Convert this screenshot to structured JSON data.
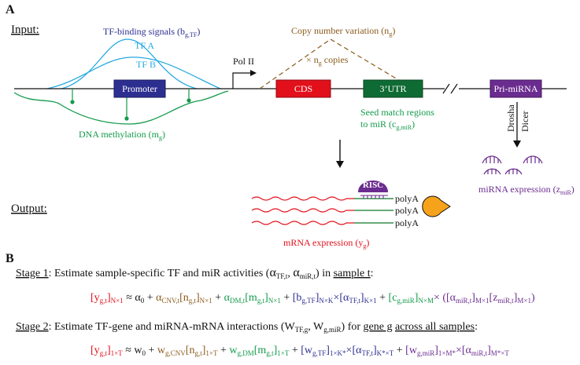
{
  "panel_a": {
    "label": "A",
    "input_label": "Input:",
    "output_label": "Output:",
    "tf_signals": {
      "text": "TF-binding signals (b",
      "sub": "g,TF",
      "close": ")"
    },
    "tf_a": "TF A",
    "tf_b": "TF B",
    "promoter": "Promoter",
    "pol2": "Pol II",
    "dna_methylation": {
      "text": "DNA methylation (m",
      "sub": "g",
      "close": ")"
    },
    "cnv_title": {
      "text": "Copy number variation (n",
      "sub": "g",
      "close": ")"
    },
    "cnv_copies": {
      "pre": "× n",
      "sub": "g",
      "post": " copies"
    },
    "cds": "CDS",
    "utr": "3’UTR",
    "seed_line1": "Seed match regions",
    "seed_line2": {
      "text": "to miR (c",
      "sub": "g,miR",
      "close": ")"
    },
    "pri_mirna": "Pri-miRNA",
    "drosha": "Drosha",
    "dicer": "Dicer",
    "mirna_expr": {
      "text": "miRNA expression (z",
      "sub": "miR",
      "close": ")"
    },
    "risc": "RISC",
    "polya": [
      "polyA",
      "polyA",
      "polyA"
    ],
    "mrna_expr": {
      "text": "mRNA expression (y",
      "sub": "g",
      "close": ")"
    }
  },
  "panel_b": {
    "label": "B",
    "stage1_label": "Stage 1",
    "stage1_text1": ": Estimate sample-specific TF and miR activities (",
    "alpha": "α",
    "sub_tft": "TF,t",
    "sub_mirt": "miR,t",
    "stage1_text2": ") in ",
    "stage1_sample": "sample t",
    "stage1_end": ":",
    "stage2_label": "Stage 2",
    "stage2_text1": ": Estimate TF-gene and miRNA-mRNA interactions (W",
    "sub_tfg": "TF,g",
    "sub_gmir": "g,miR",
    "stage2_text2": ") for ",
    "stage2_gene": "gene g",
    "stage2_across": "across all samples",
    "stage2_end": ":"
  },
  "colors": {
    "red": "#e2101b",
    "brown": "#8b5a1b",
    "green": "#139a4a",
    "blue": "#2d2f90",
    "purple": "#6b2c90",
    "cyan": "#27a9e1",
    "orange": "#f7a21b",
    "black": "#111111"
  }
}
